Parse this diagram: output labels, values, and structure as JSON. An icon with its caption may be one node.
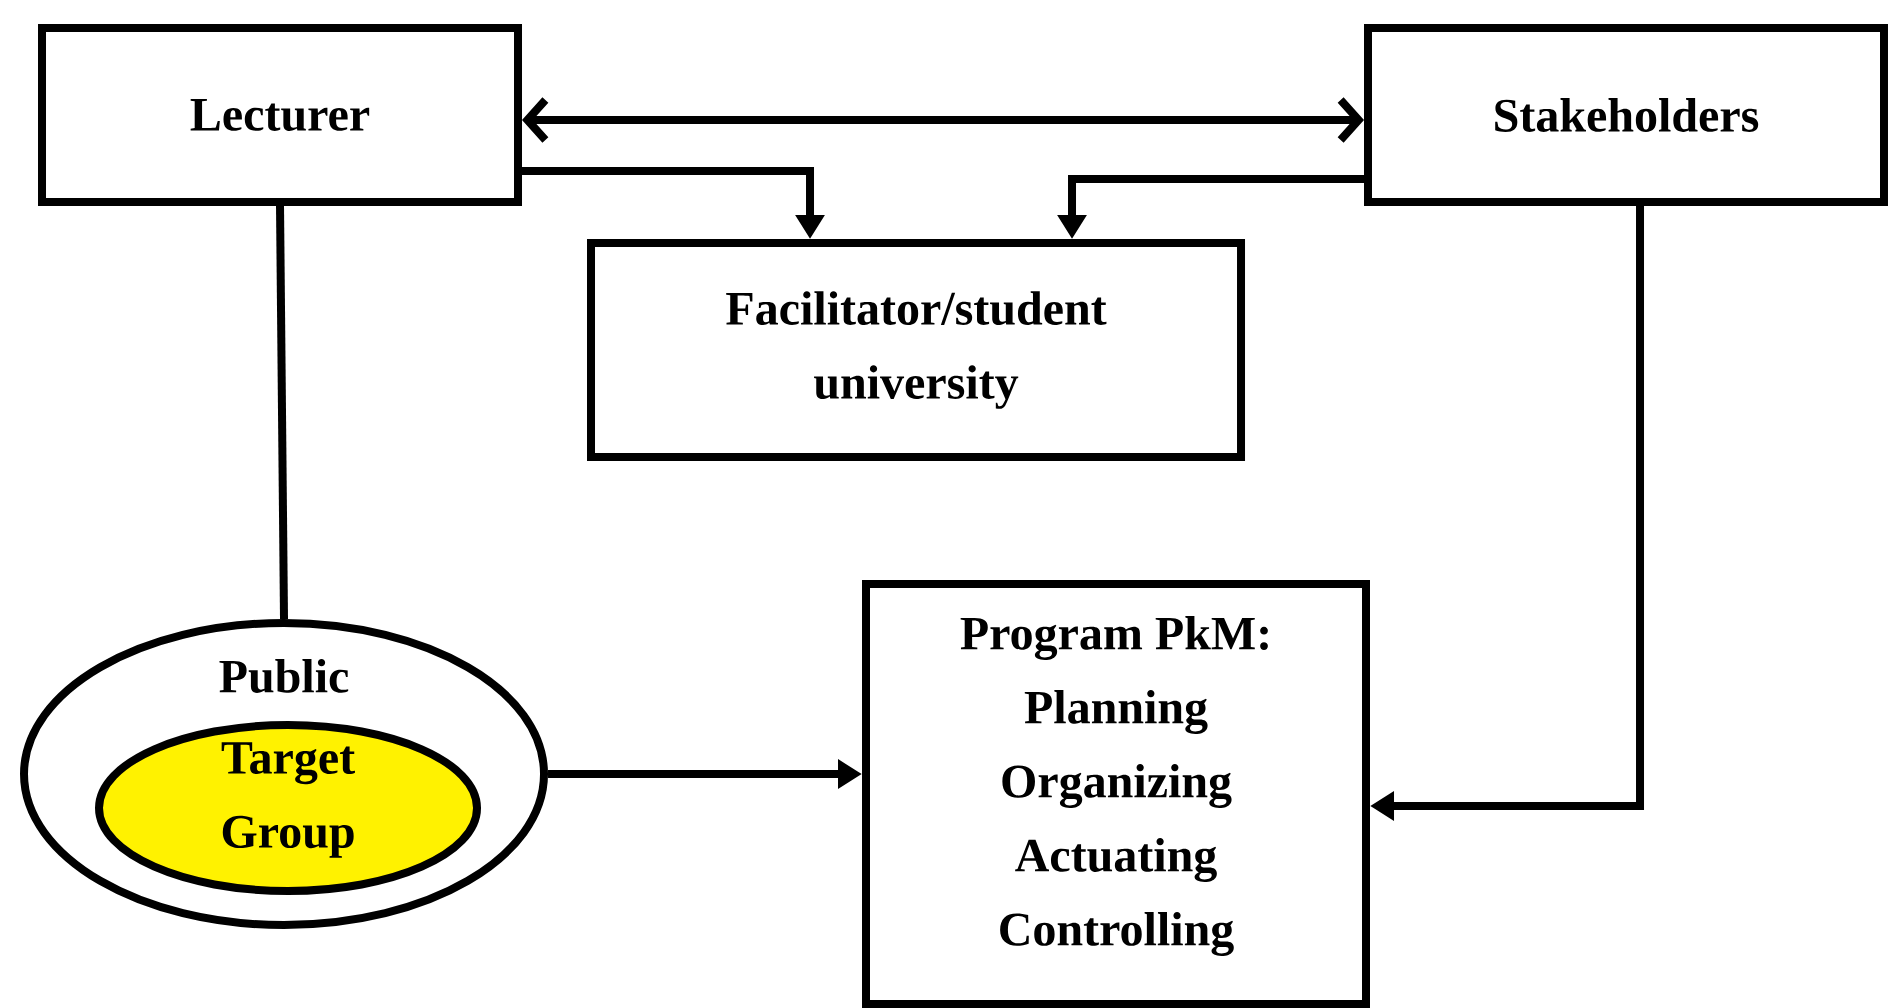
{
  "diagram": {
    "nodes": [
      {
        "text": [
          "Lecturer"
        ]
      },
      {
        "text": [
          "Stakeholders"
        ]
      },
      {
        "text": [
          "Facilitator/student university"
        ]
      },
      {
        "text": [
          "Public"
        ]
      },
      {
        "text": [
          "Target Group"
        ],
        "in": 3
      },
      {
        "text": [
          "Program PkM:",
          "Planning",
          "Organizing",
          "Actuating",
          "Controlling"
        ]
      }
    ],
    "edges": [
      {
        "from": 0,
        "to": 1,
        "arrow": "both"
      },
      {
        "from": 0,
        "to": 2,
        "arrow": "to"
      },
      {
        "from": 1,
        "to": 2,
        "arrow": "to"
      },
      {
        "from": 0,
        "to": 3,
        "arrow": "none"
      },
      {
        "from": 1,
        "to": 5,
        "arrow": "to"
      },
      {
        "from": 3,
        "to": 5,
        "arrow": "to"
      }
    ]
  }
}
